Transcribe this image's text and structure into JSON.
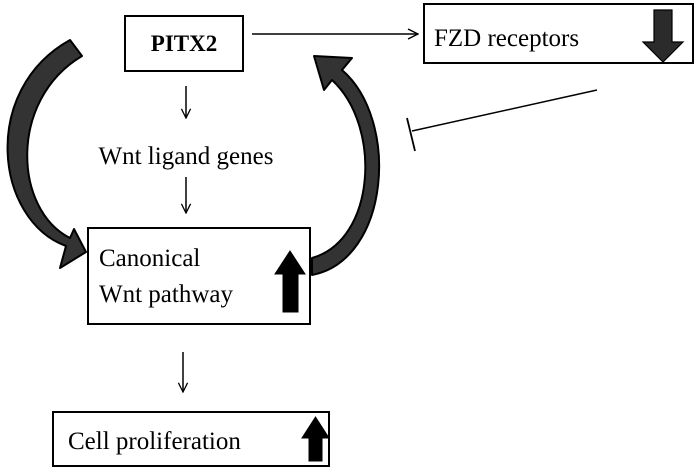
{
  "nodes": {
    "pitx2": "PITX2",
    "fzd": "FZD receptors",
    "wnt_ligand": "Wnt ligand genes",
    "canonical_line1": "Canonical",
    "canonical_line2": "Wnt pathway",
    "cell_prolif": "Cell proliferation"
  },
  "indicators": {
    "fzd": "down",
    "canonical": "up",
    "cell_prolif": "up"
  },
  "edges": [
    {
      "from": "pitx2",
      "to": "fzd",
      "type": "arrow"
    },
    {
      "from": "pitx2",
      "to": "wnt_ligand",
      "type": "arrow"
    },
    {
      "from": "wnt_ligand",
      "to": "canonical",
      "type": "arrow"
    },
    {
      "from": "canonical",
      "to": "cell_prolif",
      "type": "arrow"
    },
    {
      "from": "fzd",
      "to": "feedback",
      "type": "inhibition"
    },
    {
      "from": "pitx2",
      "to": "canonical",
      "type": "curved-feedback"
    },
    {
      "from": "canonical",
      "to": "pitx2",
      "type": "curved-feedback"
    }
  ],
  "colors": {
    "stroke": "#000000",
    "background": "#ffffff",
    "curved_arrow_fill": "#333333"
  }
}
